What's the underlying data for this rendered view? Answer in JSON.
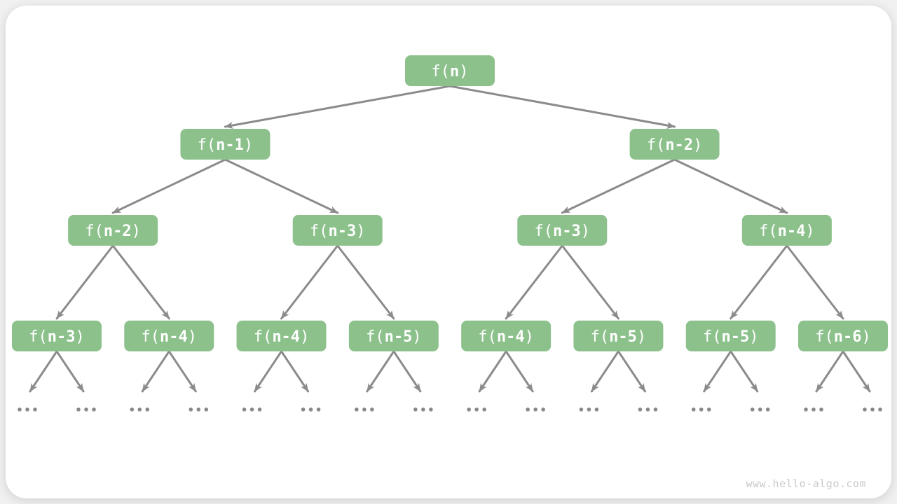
{
  "page": {
    "watermark": "www.hello-algo.com"
  },
  "diagram": {
    "type": "recursion-tree",
    "root_label": "f(n)",
    "levels": [
      [
        "f(n)"
      ],
      [
        "f(n-1)",
        "f(n-2)"
      ],
      [
        "f(n-2)",
        "f(n-3)",
        "f(n-3)",
        "f(n-4)"
      ],
      [
        "f(n-3)",
        "f(n-4)",
        "f(n-4)",
        "f(n-5)",
        "f(n-4)",
        "f(n-5)",
        "f(n-5)",
        "f(n-6)"
      ]
    ],
    "leaf_label": "...",
    "leaves_per_bottom_node": 2,
    "colors": {
      "node_fill": "#8CC18C",
      "node_text": "#FFFFFF",
      "edge": "#8B8B8B",
      "ellipsis": "#8A8A8A",
      "watermark_text": "#C9C9C9",
      "card_background": "#FFFFFF",
      "page_background": "#F1F1F1"
    }
  }
}
